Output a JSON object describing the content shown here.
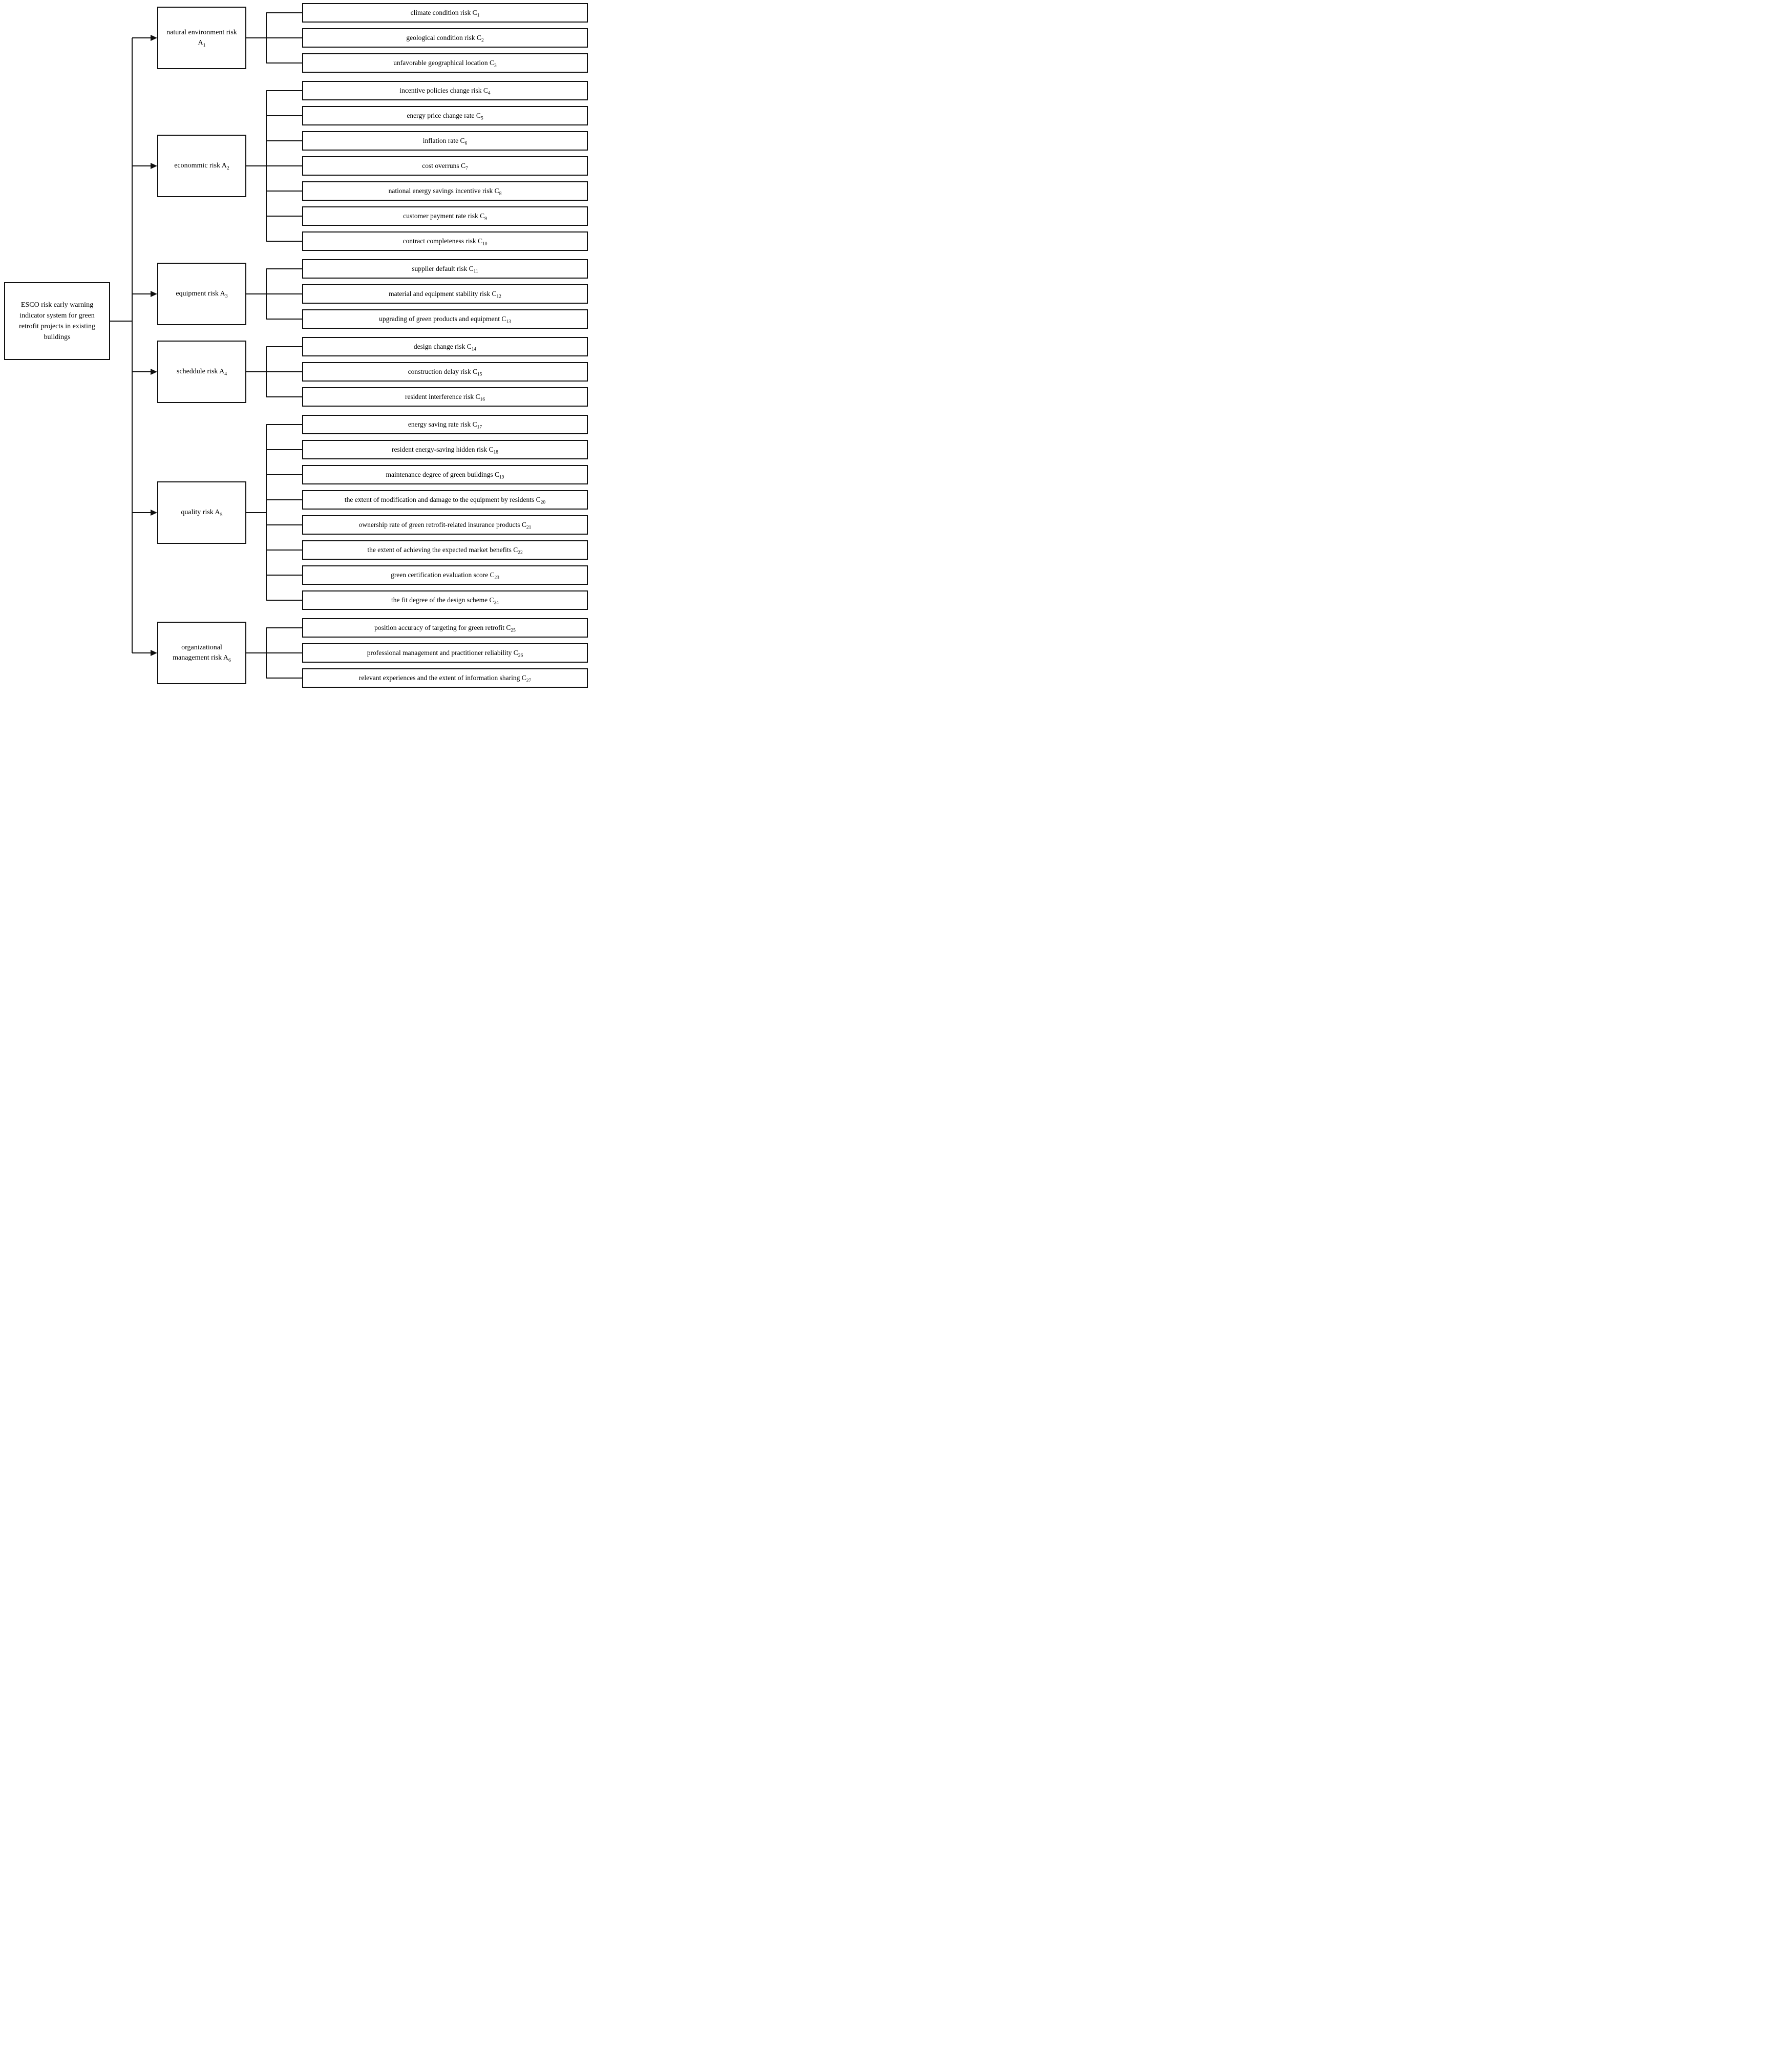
{
  "colors": {
    "background": "#ffffff",
    "line": "#111111",
    "text": "#000000"
  },
  "root": {
    "label": "ESCO risk early warning indicator system for green retrofit projects in existing buildings"
  },
  "groups": [
    {
      "label": "natural environment risk A",
      "sub": "1",
      "children": [
        {
          "label": "climate condition risk C",
          "sub": "1"
        },
        {
          "label": "geological condition risk C",
          "sub": "2"
        },
        {
          "label": "unfavorable geographical location C",
          "sub": "3"
        }
      ]
    },
    {
      "label": "econommic risk A",
      "sub": "2",
      "children": [
        {
          "label": "incentive policies change risk C",
          "sub": "4"
        },
        {
          "label": "energy price change rate C",
          "sub": "5"
        },
        {
          "label": "inflation rate C",
          "sub": "6"
        },
        {
          "label": "cost overruns C",
          "sub": "7"
        },
        {
          "label": "national energy savings incentive risk C",
          "sub": "8"
        },
        {
          "label": "customer payment rate risk C",
          "sub": "9"
        },
        {
          "label": "contract completeness risk C",
          "sub": "10"
        }
      ]
    },
    {
      "label": "equipment risk A",
      "sub": "3",
      "children": [
        {
          "label": "supplier default risk C",
          "sub": "11"
        },
        {
          "label": "material and equipment stability risk C",
          "sub": "12"
        },
        {
          "label": "upgrading of green products and equipment C",
          "sub": "13"
        }
      ]
    },
    {
      "label": "scheddule risk A",
      "sub": "4",
      "children": [
        {
          "label": "design change risk C",
          "sub": "14"
        },
        {
          "label": "construction delay risk C",
          "sub": "15"
        },
        {
          "label": "resident interference risk C",
          "sub": "16"
        }
      ]
    },
    {
      "label": "quality risk A",
      "sub": "5",
      "children": [
        {
          "label": "energy saving rate risk C",
          "sub": "17"
        },
        {
          "label": "resident energy-saving hidden risk C",
          "sub": "18"
        },
        {
          "label": "maintenance degree of green buildings C",
          "sub": "19"
        },
        {
          "label": "the extent of modification and damage to the equipment by residents C",
          "sub": "20"
        },
        {
          "label": "ownership rate of green retrofit-related insurance products C",
          "sub": "21"
        },
        {
          "label": "the extent of achieving the expected market benefits C",
          "sub": "22"
        },
        {
          "label": "green certification evaluation score C",
          "sub": "23"
        },
        {
          "label": "the fit degree of the design scheme C",
          "sub": "24"
        }
      ]
    },
    {
      "label": "organizational management risk A",
      "sub": "6",
      "children": [
        {
          "label": "position accuracy of targeting for green retrofit C",
          "sub": "25"
        },
        {
          "label": "professional management and practitioner reliability C",
          "sub": "26"
        },
        {
          "label": "relevant experiences and the extent of information sharing C",
          "sub": "27"
        }
      ]
    }
  ]
}
